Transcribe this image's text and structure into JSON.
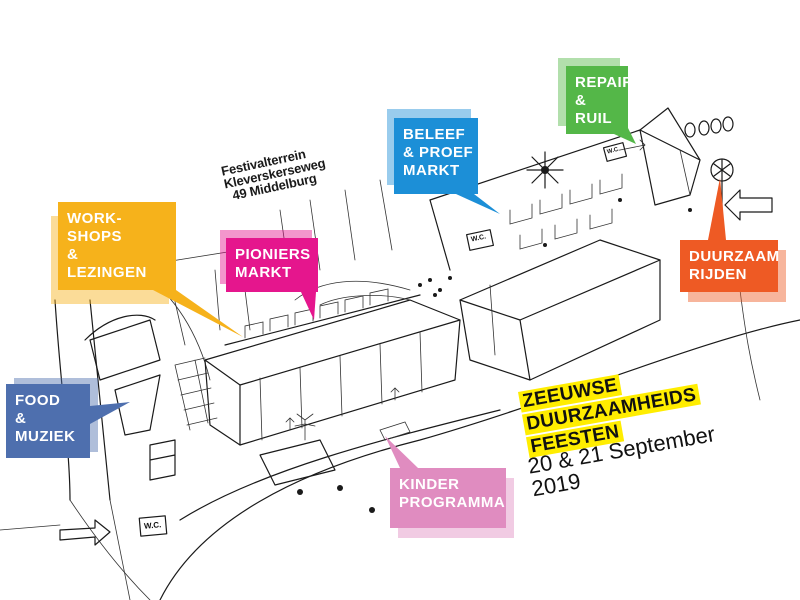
{
  "map": {
    "address": [
      "Festivalterrein",
      "Kleverskerseweg",
      "49 Middelburg"
    ],
    "wc_label": "W.C."
  },
  "areas": {
    "workshops": {
      "lines": [
        "WORK-",
        "SHOPS",
        "&",
        "LEZINGEN"
      ],
      "color": "#f6b21b"
    },
    "pioniers": {
      "lines": [
        "PIONIERS",
        "MARKT"
      ],
      "color": "#e5168d"
    },
    "beleef": {
      "lines": [
        "BELEEF",
        "& PROEF",
        "MARKT"
      ],
      "color": "#1c8fd7"
    },
    "repair": {
      "lines": [
        "REPAIR",
        "&",
        "RUIL"
      ],
      "color": "#54b748"
    },
    "duurzaam": {
      "lines": [
        "DUURZAAM",
        "RIJDEN"
      ],
      "color": "#ee5a24"
    },
    "food": {
      "lines": [
        "FOOD",
        "&",
        "MUZIEK"
      ],
      "color": "#4e6fae"
    },
    "kinder": {
      "lines": [
        "KINDER",
        "PROGRAMMA"
      ],
      "color": "#e08cc0"
    }
  },
  "event": {
    "title_lines": [
      "ZEEUWSE",
      "DUURZAAMHEIDS",
      "FEESTEN"
    ],
    "date_lines": [
      "20 & 21 September",
      "2019"
    ],
    "highlight_color": "#ffed00"
  },
  "icons": [
    "windmill-icon",
    "arrow-icon",
    "bike-icon",
    "charging-station-icon"
  ]
}
